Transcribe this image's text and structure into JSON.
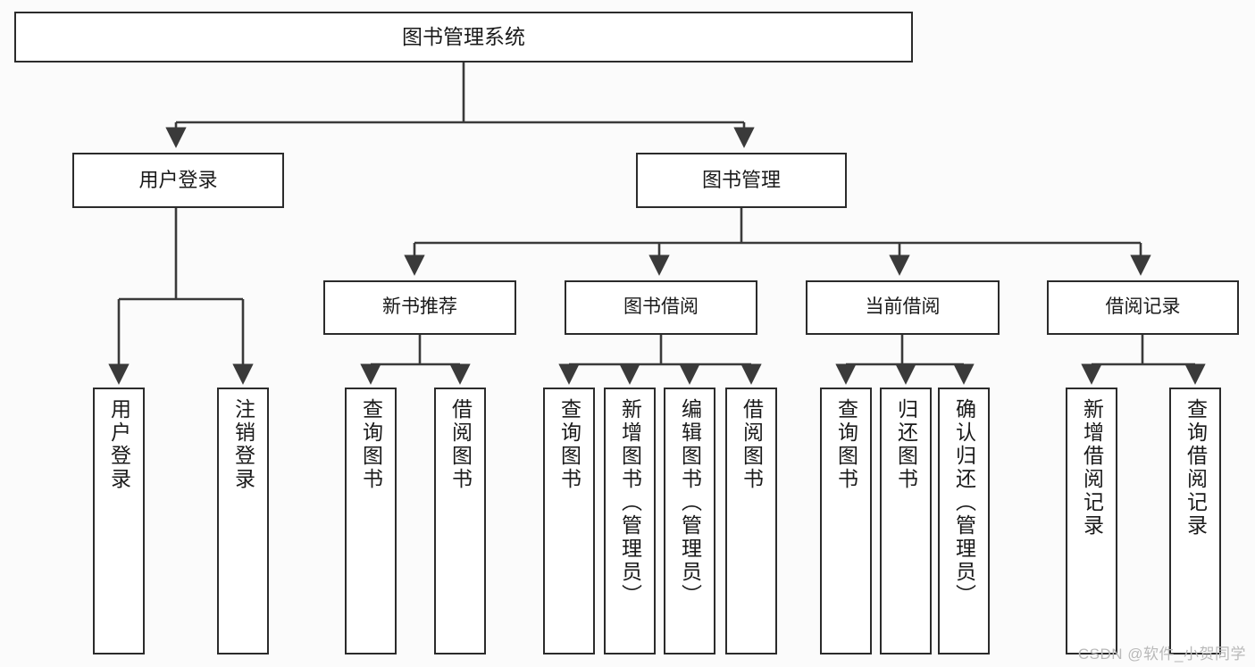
{
  "diagram": {
    "type": "tree-hierarchy-diagram",
    "title": "图书管理系统",
    "watermark": "CSDN @软件_小贺同学",
    "colors": {
      "background": "#fbfbfb",
      "box_fill": "#ffffff",
      "box_border": "#2b2b2b",
      "connector": "#3a3a3a",
      "text": "#1a1a1a",
      "watermark": "#b9b9b9"
    },
    "root": {
      "label": "图书管理系统"
    },
    "level1": [
      {
        "id": "user-login",
        "label": "用户登录"
      },
      {
        "id": "book-manage",
        "label": "图书管理"
      }
    ],
    "level2": [
      {
        "id": "new-book-recommend",
        "label": "新书推荐",
        "parent": "book-manage"
      },
      {
        "id": "book-borrow",
        "label": "图书借阅",
        "parent": "book-manage"
      },
      {
        "id": "current-borrow",
        "label": "当前借阅",
        "parent": "book-manage"
      },
      {
        "id": "borrow-record",
        "label": "借阅记录",
        "parent": "book-manage"
      }
    ],
    "leaves": [
      {
        "id": "leaf-user-login",
        "label": "用户登录",
        "parent": "user-login"
      },
      {
        "id": "leaf-logout-login",
        "label": "注销登录",
        "parent": "user-login"
      },
      {
        "id": "leaf-query-book-1",
        "label": "查询图书",
        "parent": "new-book-recommend"
      },
      {
        "id": "leaf-borrow-book-1",
        "label": "借阅图书",
        "parent": "new-book-recommend"
      },
      {
        "id": "leaf-query-book-2",
        "label": "查询图书",
        "parent": "book-borrow"
      },
      {
        "id": "leaf-add-book",
        "label": "新增图书（管理员）",
        "parent": "book-borrow"
      },
      {
        "id": "leaf-edit-book",
        "label": "编辑图书（管理员）",
        "parent": "book-borrow"
      },
      {
        "id": "leaf-borrow-book-2",
        "label": "借阅图书",
        "parent": "book-borrow"
      },
      {
        "id": "leaf-query-book-3",
        "label": "查询图书",
        "parent": "current-borrow"
      },
      {
        "id": "leaf-return-book",
        "label": "归还图书",
        "parent": "current-borrow"
      },
      {
        "id": "leaf-confirm-return",
        "label": "确认归还（管理员）",
        "parent": "current-borrow"
      },
      {
        "id": "leaf-add-record",
        "label": "新增借阅记录",
        "parent": "borrow-record"
      },
      {
        "id": "leaf-query-record",
        "label": "查询借阅记录",
        "parent": "borrow-record"
      }
    ]
  }
}
